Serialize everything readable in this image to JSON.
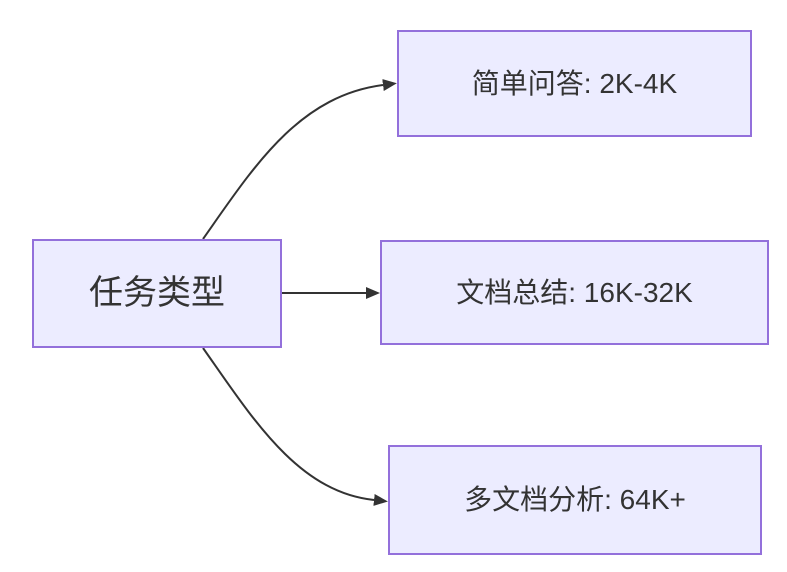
{
  "diagram": {
    "type": "flowchart",
    "direction": "left-to-right",
    "colors": {
      "background": "#ffffff",
      "node_fill": "#ECECFF",
      "node_border": "#9370DB",
      "edge": "#333333",
      "text": "#333333"
    },
    "nodes": {
      "root": {
        "label": "任务类型"
      },
      "simple_qa": {
        "label": "简单问答: 2K-4K"
      },
      "doc_sum": {
        "label": "文档总结: 16K-32K"
      },
      "multi_doc": {
        "label": "多文档分析: 64K+"
      }
    },
    "edges": [
      {
        "from": "任务类型",
        "to": "简单问答: 2K-4K"
      },
      {
        "from": "任务类型",
        "to": "文档总结: 16K-32K"
      },
      {
        "from": "任务类型",
        "to": "多文档分析: 64K+"
      }
    ]
  }
}
